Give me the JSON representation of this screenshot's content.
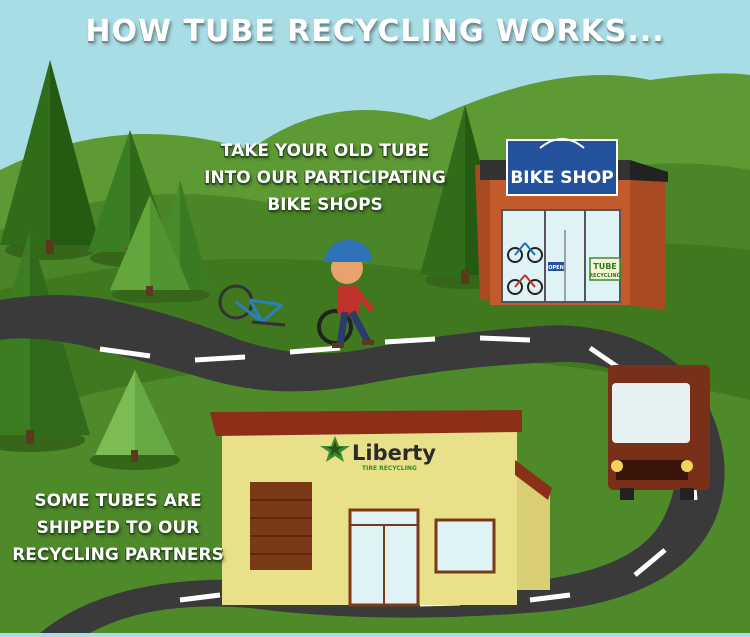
{
  "title": "How tube recycling works...",
  "step1": {
    "line1": "Take your old tube",
    "line2": "into our participating",
    "line3": "bike shops"
  },
  "step2": {
    "line1": "Some tubes are",
    "line2": "shipped to our",
    "line3": "recycling partners"
  },
  "bike_shop": {
    "sign": "BIKE SHOP",
    "open_sign": "OPEN",
    "window_sign_line1": "TUBE",
    "window_sign_line2": "RECYCLING"
  },
  "recycler": {
    "name": "Liberty",
    "tagline": "TIRE RECYCLING"
  },
  "colors": {
    "sky": "#a9dde6",
    "grass": "#4f8a2a",
    "road": "#3a3a3a",
    "shop_brick": "#c35a2c",
    "shop_sign": "#24519b",
    "warehouse": "#e9e08a",
    "truck": "#7a3018"
  },
  "icons": [
    "tree-icon",
    "bicycle-icon",
    "cyclist-icon",
    "truck-icon",
    "liberty-star-logo"
  ]
}
